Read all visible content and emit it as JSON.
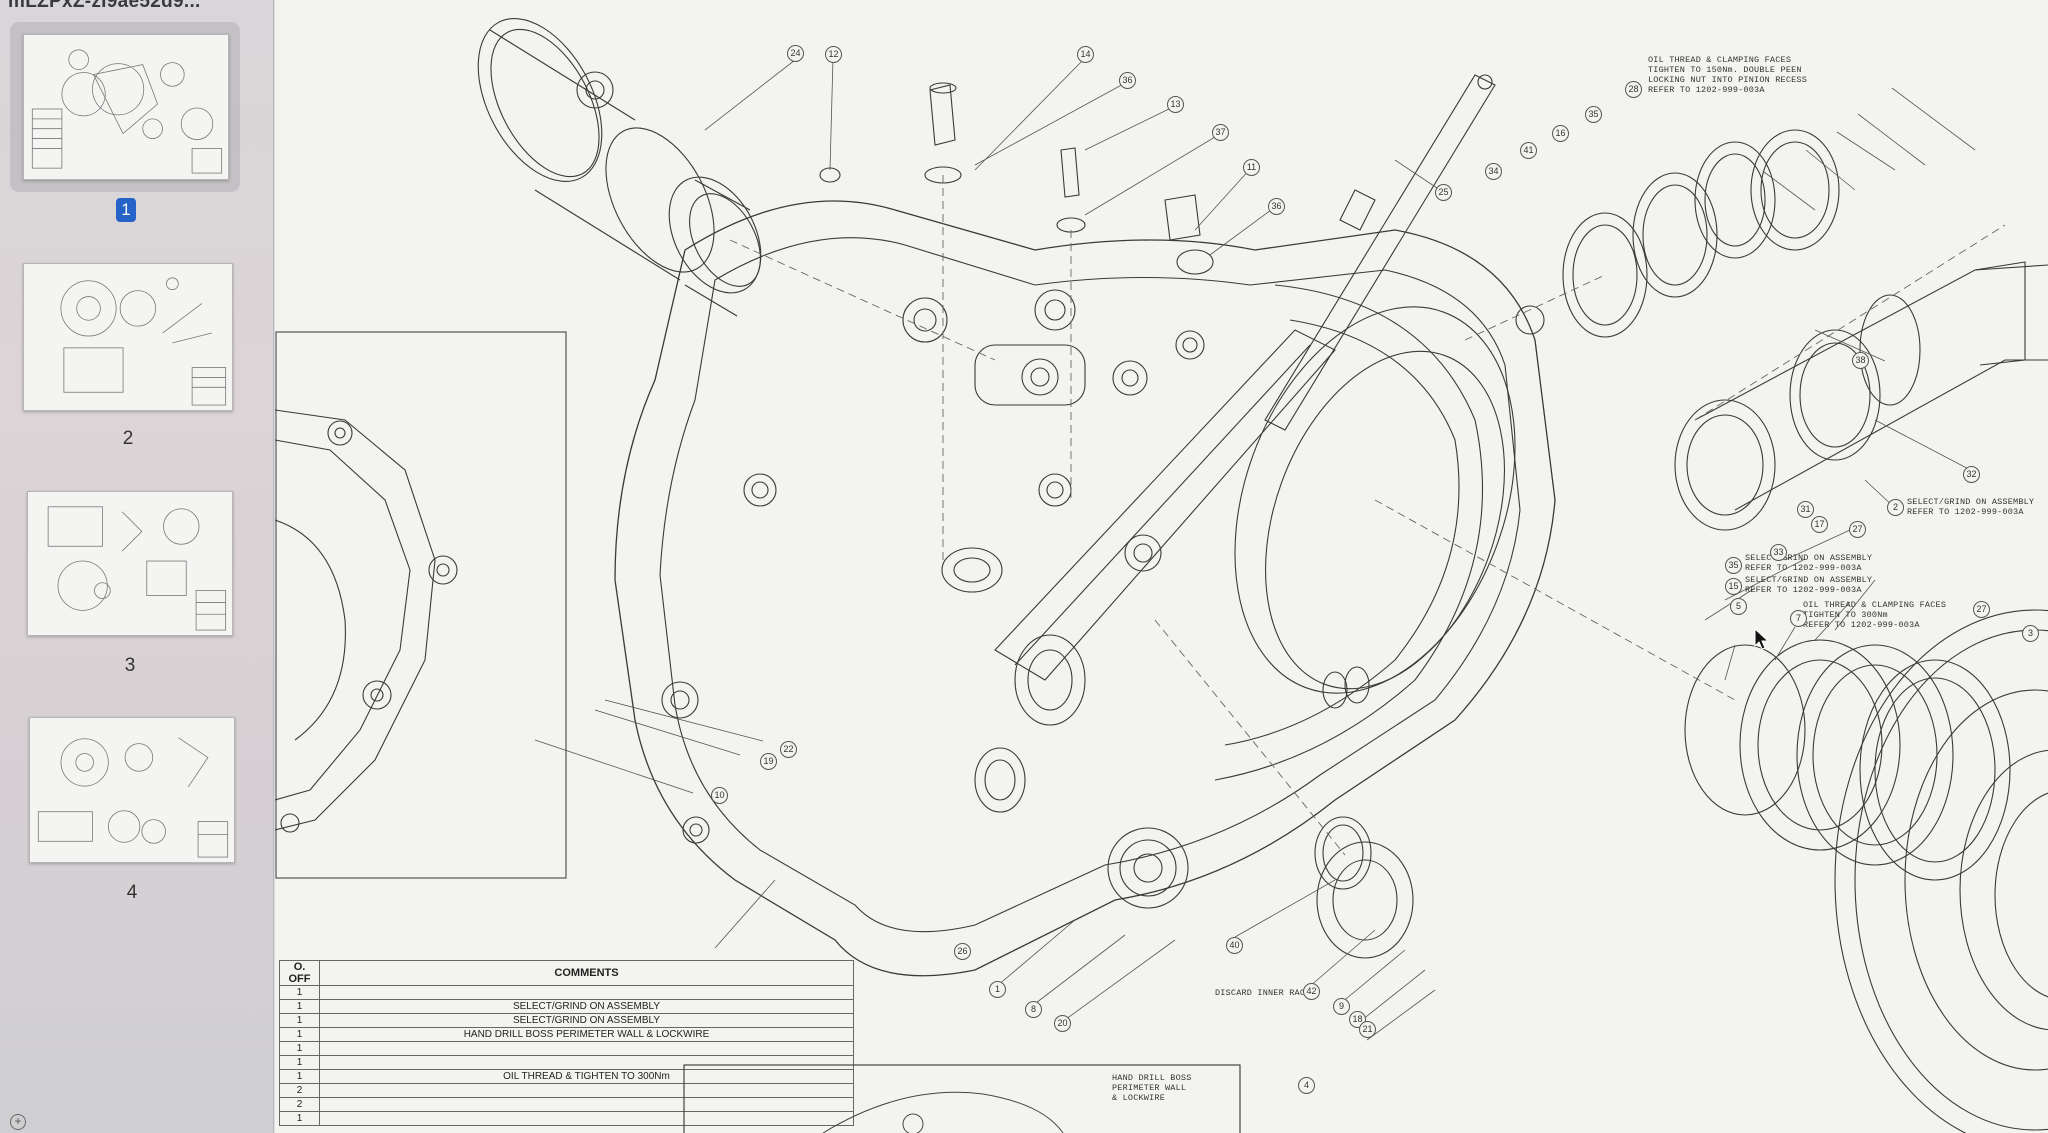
{
  "document": {
    "title": "mLZPxZ-zI9ae52d9..."
  },
  "sidebar": {
    "pages": [
      {
        "label": "1",
        "selected": true
      },
      {
        "label": "2",
        "selected": false
      },
      {
        "label": "3",
        "selected": false
      },
      {
        "label": "4",
        "selected": false
      }
    ]
  },
  "drawing": {
    "notes": {
      "top_right": "OIL THREAD & CLAMPING FACES\nTIGHTEN TO 150Nm. DOUBLE PEEN\nLOCKING NUT INTO PINION RECESS\nREFER TO 1202-999-003A",
      "select_grind_1": "SELECT/GRIND ON ASSEMBLY\nREFER TO 1202-999-003A",
      "select_grind_2": "SELECT/GRIND ON ASSEMBLY\nREFER TO 1202-999-003A",
      "select_grind_3": "SELECT/GRIND ON ASSEMBLY\nREFER TO 1202-999-003A",
      "oil_thread_300": "OIL THREAD & CLAMPING FACES\nTIGHTEN TO 300Nm\nREFER TO 1202-999-003A",
      "discard_inner_race": "DISCARD INNER RACE",
      "hand_drill_boss": "HAND DRILL BOSS\nPERIMETER WALL\n& LOCKWIRE"
    },
    "balloons": [
      "24",
      "12",
      "14",
      "36",
      "13",
      "37",
      "11",
      "36",
      "25",
      "28",
      "35",
      "16",
      "34",
      "41",
      "38",
      "32",
      "2",
      "27",
      "31",
      "17",
      "33",
      "35",
      "15",
      "5",
      "7",
      "27",
      "3",
      "22",
      "19",
      "10",
      "26",
      "1",
      "8",
      "20",
      "40",
      "42",
      "9",
      "18",
      "21",
      "4"
    ]
  },
  "bom_table": {
    "headers": [
      "O. OFF",
      "COMMENTS"
    ],
    "rows": [
      {
        "qty": "1",
        "comment": ""
      },
      {
        "qty": "1",
        "comment": "SELECT/GRIND ON ASSEMBLY"
      },
      {
        "qty": "1",
        "comment": "SELECT/GRIND ON ASSEMBLY"
      },
      {
        "qty": "1",
        "comment": "HAND DRILL BOSS PERIMETER WALL & LOCKWIRE"
      },
      {
        "qty": "1",
        "comment": ""
      },
      {
        "qty": "1",
        "comment": ""
      },
      {
        "qty": "1",
        "comment": "OIL THREAD & TIGHTEN TO 300Nm"
      },
      {
        "qty": "2",
        "comment": ""
      },
      {
        "qty": "2",
        "comment": ""
      },
      {
        "qty": "1",
        "comment": ""
      }
    ]
  }
}
